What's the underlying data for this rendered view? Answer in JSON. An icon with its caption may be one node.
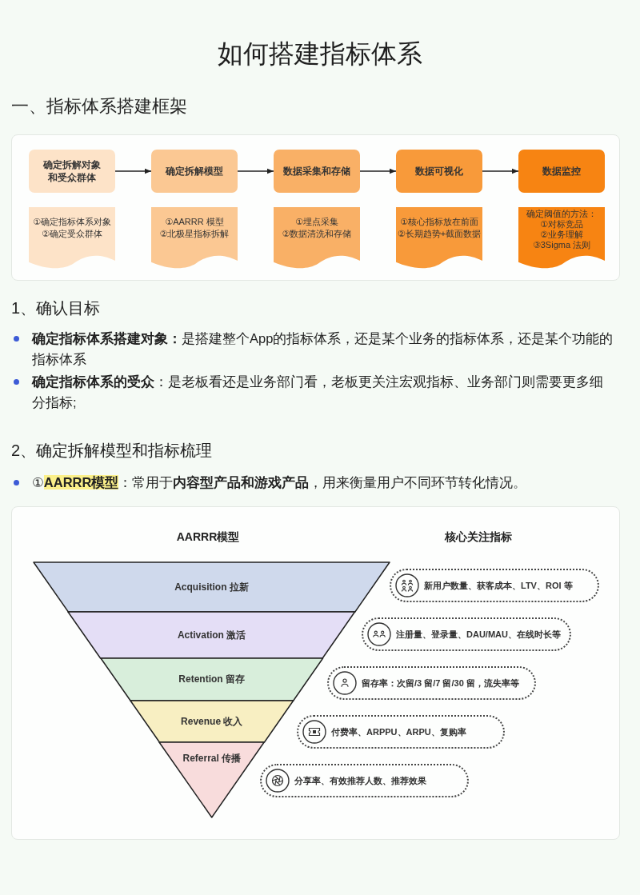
{
  "diagram": {
    "title": "如何搭建指标体系",
    "nodes": [
      {
        "text": [
          "确定拆解对象和受众群体"
        ]
      },
      {
        "text": [
          "确定拆解模型"
        ]
      },
      {
        "text": [
          "数据采集和存储"
        ]
      },
      {
        "text": [
          "数据可视化"
        ]
      },
      {
        "text": [
          "数据监控"
        ]
      },
      {
        "text": [
          "①确定指标体系对象",
          "②确定受众群体"
        ]
      },
      {
        "text": [
          "①AARRR 模型",
          "②北极星指标拆解"
        ]
      },
      {
        "text": [
          "①埋点采集",
          "②数据清洗和存储"
        ]
      },
      {
        "text": [
          "①核心指标放在前面",
          "②长期趋势+截面数据"
        ]
      },
      {
        "text": [
          "确定阈值的方法：",
          "①对标竞品",
          "②业务理解",
          "③3Sigma 法则"
        ]
      },
      {
        "text": [
          "Acquisition 拉新"
        ]
      },
      {
        "text": [
          "Activation 激活"
        ]
      },
      {
        "text": [
          "Retention 留存"
        ]
      },
      {
        "text": [
          "Revenue 收入"
        ]
      },
      {
        "text": [
          "Referral 传播"
        ]
      },
      {
        "text": [
          "新用户数量、获客成本、LTV、ROI 等"
        ]
      },
      {
        "text": [
          "注册量、登录量、DAU/MAU、在线时长等"
        ]
      },
      {
        "text": [
          "留存率：次留/3 留/7 留/30 留，流失率等"
        ]
      },
      {
        "text": [
          "付费率、ARPPU、ARPU、复购率"
        ]
      },
      {
        "text": [
          "分享率、有效推荐人数、推荐效果"
        ]
      }
    ],
    "edges": [
      {
        "from": 0,
        "to": 1,
        "arrow": "to"
      },
      {
        "from": 1,
        "to": 2,
        "arrow": "to"
      },
      {
        "from": 2,
        "to": 3,
        "arrow": "to"
      },
      {
        "from": 3,
        "to": 4,
        "arrow": "to"
      }
    ],
    "labels": [
      "一、指标体系搭建框架",
      "1、确认目标",
      "**确定指标体系搭建对象：**是搭建整个App的指标体系，还是某个业务的指标体系，还是某个功能的指标体系",
      "**确定指标体系的受众**：是老板看还是业务部门看，老板更关注宏观指标、业务部门则需要更多细分指标;",
      "2、确定拆解模型和指标梳理",
      "①**AARRR模型**：常用于**内容型产品和游戏产品**，用来衡量用户不同环节转化情况。",
      "AARRR模型",
      "核心关注指标"
    ]
  }
}
